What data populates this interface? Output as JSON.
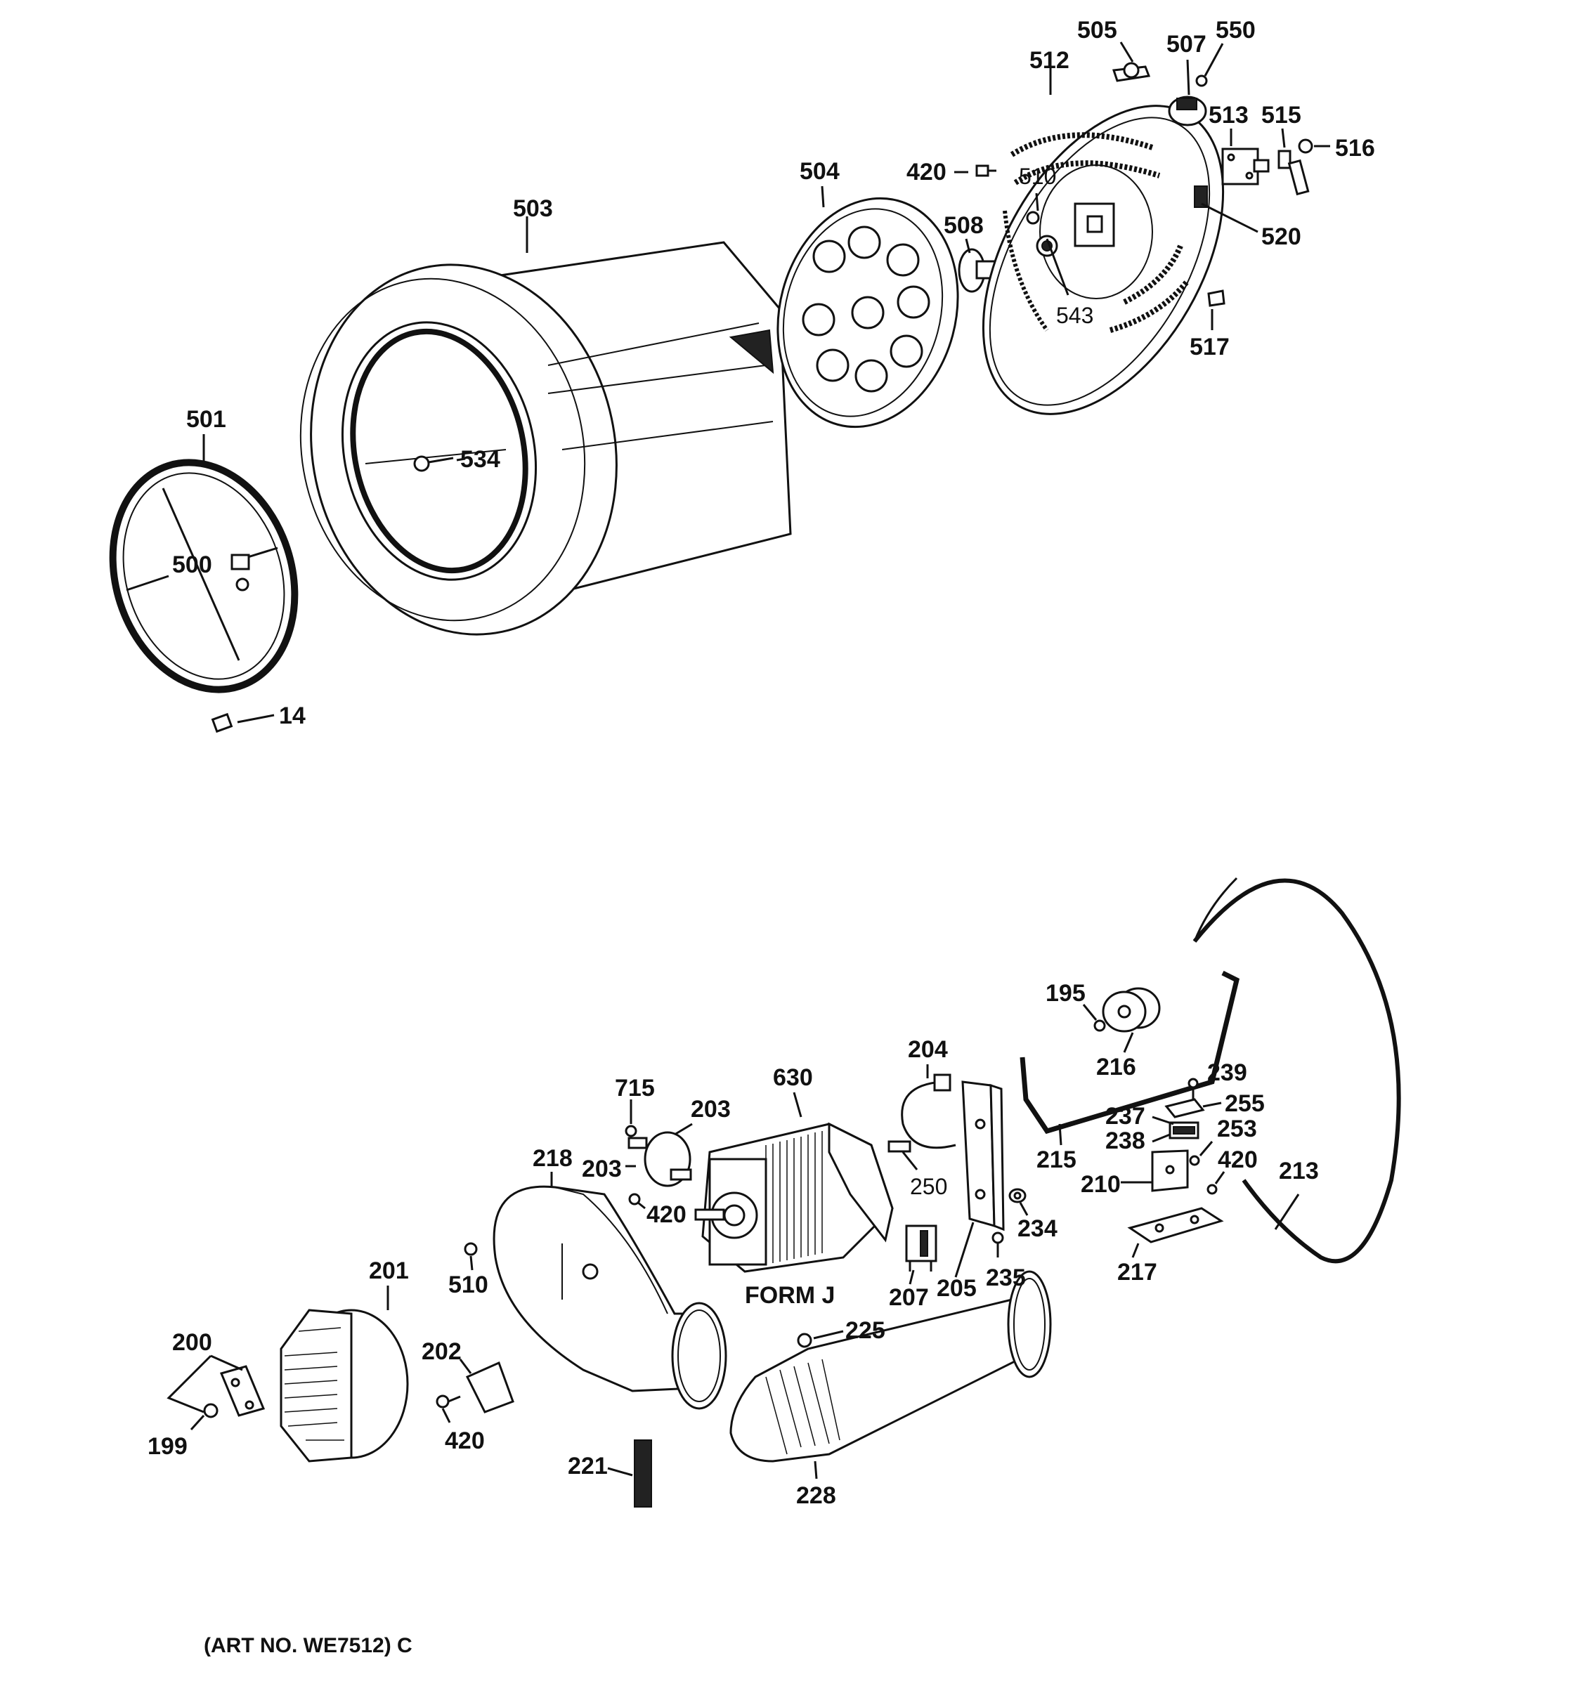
{
  "labels": {
    "p505": "505",
    "p507": "507",
    "p550": "550",
    "p512": "512",
    "p513": "513",
    "p515": "515",
    "p516": "516",
    "p420a": "420",
    "p510a": "510",
    "p504": "504",
    "p503": "503",
    "p508": "508",
    "p520": "520",
    "p543": "543",
    "p517": "517",
    "p501": "501",
    "p534": "534",
    "p500": "500",
    "p14": "14",
    "p195": "195",
    "p216": "216",
    "p239": "239",
    "p204": "204",
    "p630": "630",
    "p715": "715",
    "p203a": "203",
    "p255": "255",
    "p237": "237",
    "p238": "238",
    "p253": "253",
    "p215": "215",
    "p218": "218",
    "p203b": "203",
    "p420b": "420",
    "p250": "250",
    "p210": "210",
    "p420c": "420",
    "p213": "213",
    "p234": "234",
    "p510b": "510",
    "p235": "235",
    "p201": "201",
    "p207": "207",
    "p205": "205",
    "p217": "217",
    "p225": "225",
    "p200": "200",
    "p202": "202",
    "p199": "199",
    "p420d": "420",
    "p221": "221",
    "p228": "228"
  },
  "form_label": "FORM J",
  "art_number": "(ART NO. WE7512) C"
}
